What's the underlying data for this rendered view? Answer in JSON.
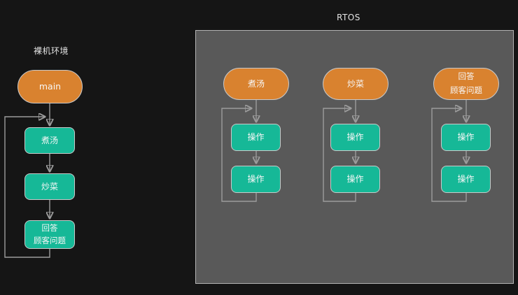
{
  "colors": {
    "background": "#151515",
    "panel_fill": "#595959",
    "panel_border": "#b3b3b3",
    "task_fill_orange": "#d9822f",
    "operation_fill_teal": "#16b897",
    "shape_border": "#c9c9c9",
    "connector": "#9c9c9c",
    "text": "#f7f7f7"
  },
  "bare_metal": {
    "title": "裸机环境",
    "entry_label": "main",
    "steps": [
      {
        "lines": [
          "煮汤"
        ]
      },
      {
        "lines": [
          "炒菜"
        ]
      },
      {
        "lines": [
          "回答",
          "顾客问题"
        ]
      }
    ]
  },
  "rtos": {
    "title": "RTOS",
    "tasks": [
      {
        "lines": [
          "煮汤"
        ],
        "ops": [
          "操作",
          "操作"
        ]
      },
      {
        "lines": [
          "炒菜"
        ],
        "ops": [
          "操作",
          "操作"
        ]
      },
      {
        "lines": [
          "回答",
          "顾客问题"
        ],
        "ops": [
          "操作",
          "操作"
        ]
      }
    ]
  }
}
